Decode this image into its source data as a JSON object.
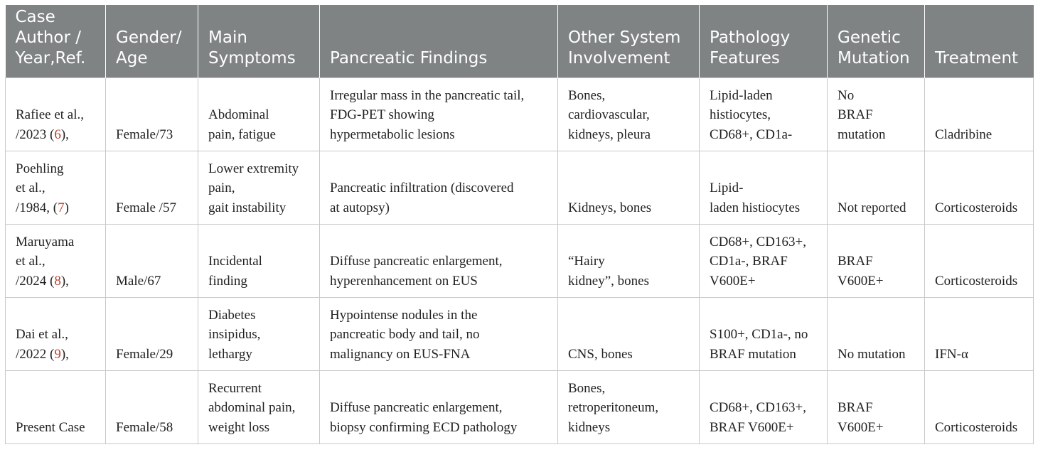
{
  "table": {
    "headers": [
      [
        "Case",
        "Author /",
        "Year,Ref."
      ],
      [
        "Gender/",
        "Age"
      ],
      [
        "Main",
        "Symptoms"
      ],
      [
        "Pancreatic Findings"
      ],
      [
        "Other System",
        "Involvement"
      ],
      [
        "Pathology",
        "Features"
      ],
      [
        "Genetic",
        "Mutation"
      ],
      [
        "Treatment"
      ]
    ],
    "rows": [
      {
        "author": [
          "Rafiee et al.,",
          "/2023 ("
        ],
        "ref": "6",
        "author_tail": "),",
        "gender_age": [
          "Female/73"
        ],
        "symptoms": [
          "Abdominal",
          "pain, fatigue"
        ],
        "pancreatic": [
          "Irregular mass in the pancreatic tail,",
          "FDG-PET showing",
          "hypermetabolic lesions"
        ],
        "other": [
          "Bones,",
          "cardiovascular,",
          "kidneys, pleura"
        ],
        "pathology": [
          "Lipid-laden",
          "histiocytes,",
          "CD68+, CD1a-"
        ],
        "genetic": [
          "No",
          "BRAF",
          "mutation"
        ],
        "treatment": [
          "Cladribine"
        ]
      },
      {
        "author": [
          "Poehling",
          "et al.,",
          "/1984, ("
        ],
        "ref": "7",
        "author_tail": ")",
        "gender_age": [
          "Female /57"
        ],
        "symptoms": [
          "Lower extremity",
          "pain,",
          "gait instability"
        ],
        "pancreatic": [
          "Pancreatic infiltration (discovered",
          "at autopsy)"
        ],
        "other": [
          "Kidneys, bones"
        ],
        "pathology": [
          "Lipid-",
          "laden histiocytes"
        ],
        "genetic": [
          "Not reported"
        ],
        "treatment": [
          "Corticosteroids"
        ]
      },
      {
        "author": [
          "Maruyama",
          "et al.,",
          "/2024 ("
        ],
        "ref": "8",
        "author_tail": "),",
        "gender_age": [
          "Male/67"
        ],
        "symptoms": [
          "Incidental",
          "finding"
        ],
        "pancreatic": [
          "Diffuse pancreatic enlargement,",
          "hyperenhancement on EUS"
        ],
        "other": [
          "“Hairy",
          "kidney”, bones"
        ],
        "pathology": [
          "CD68+, CD163+,",
          "CD1a-, BRAF",
          "V600E+"
        ],
        "genetic": [
          "BRAF",
          "V600E+"
        ],
        "treatment": [
          "Corticosteroids"
        ]
      },
      {
        "author": [
          "Dai et al.,",
          "/2022 ("
        ],
        "ref": "9",
        "author_tail": "),",
        "gender_age": [
          "Female/29"
        ],
        "symptoms": [
          "Diabetes",
          "insipidus,",
          "lethargy"
        ],
        "pancreatic": [
          "Hypointense nodules in the",
          "pancreatic body and tail, no",
          "malignancy on EUS-FNA"
        ],
        "other": [
          "CNS, bones"
        ],
        "pathology": [
          "S100+, CD1a-, no",
          "BRAF mutation"
        ],
        "genetic": [
          "No mutation"
        ],
        "treatment": [
          "IFN-α"
        ]
      },
      {
        "author": [
          "Present Case"
        ],
        "ref": "",
        "author_tail": "",
        "gender_age": [
          "Female/58"
        ],
        "symptoms": [
          "Recurrent",
          "abdominal pain,",
          "weight loss"
        ],
        "pancreatic": [
          "Diffuse pancreatic enlargement,",
          "biopsy confirming ECD pathology"
        ],
        "other": [
          "Bones,",
          "retroperitoneum,",
          "kidneys"
        ],
        "pathology": [
          "CD68+, CD163+,",
          "BRAF V600E+"
        ],
        "genetic": [
          "BRAF",
          "V600E+"
        ],
        "treatment": [
          "Corticosteroids"
        ]
      }
    ]
  },
  "colors": {
    "header_bg": "#7f8384",
    "header_text": "#ffffff",
    "reference_link": "#c0392b",
    "border": "#c8c8c8"
  }
}
